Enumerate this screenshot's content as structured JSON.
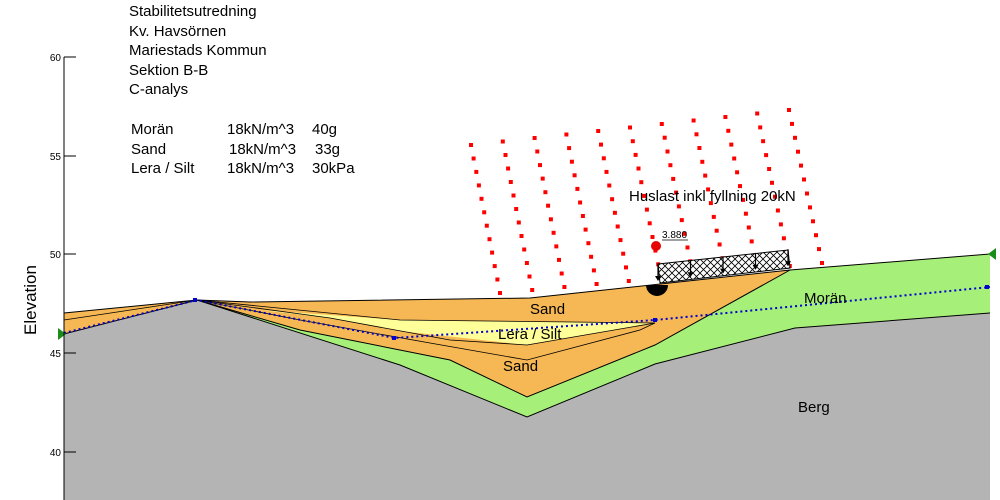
{
  "header": {
    "lines": [
      "Stabilitetsutredning",
      "Kv. Havsörnen",
      "Mariestads Kommun",
      "Sektion B-B",
      "C-analys"
    ]
  },
  "materials": [
    {
      "name": "Morän",
      "unit_weight": "18kN/m^3",
      "strength": "40g"
    },
    {
      "name": "Sand",
      "unit_weight": "18kN/m^3",
      "strength": "33g"
    },
    {
      "name": "Lera / Silt",
      "unit_weight": "18kN/m^3",
      "strength": "30kPa"
    }
  ],
  "axis": {
    "y_title": "Elevation",
    "ticks": [
      "60",
      "55",
      "50",
      "45",
      "40"
    ]
  },
  "regions": {
    "sand_upper": "Sand",
    "lera_silt": "Lera / Silt",
    "sand_lower": "Sand",
    "moran": "Morän",
    "berg": "Berg"
  },
  "load": {
    "label": "Huslast inkl fyllning 20kN"
  },
  "factor_of_safety": "3.880",
  "colors": {
    "berg": "#b4b4b4",
    "moran": "#a6f07a",
    "sand": "#f6b755",
    "lera": "#ffff99",
    "grid_points": "#ff0000",
    "water_line": "#0000cc",
    "slip_center": "#e60000",
    "slip_surface": "#000000",
    "boundary_marker": "#1a8c1a"
  }
}
